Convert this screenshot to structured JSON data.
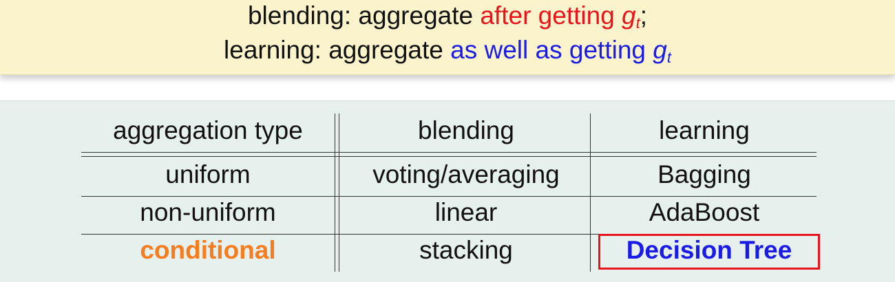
{
  "callout": {
    "line1": {
      "prefix": "blending: aggregate ",
      "emphasis": "after getting ",
      "symbol": "g",
      "subscript": "t",
      "suffix": ";"
    },
    "line2": {
      "prefix": "learning: aggregate ",
      "emphasis": "as well as getting ",
      "symbol": "g",
      "subscript": "t"
    }
  },
  "table": {
    "headers": [
      "aggregation type",
      "blending",
      "learning"
    ],
    "rows": [
      [
        "uniform",
        "voting/averaging",
        "Bagging"
      ],
      [
        "non-uniform",
        "linear",
        "AdaBoost"
      ],
      [
        "conditional",
        "stacking",
        "Decision Tree"
      ]
    ],
    "highlighted_cell": "Decision Tree"
  },
  "colors": {
    "callout_background": "#faf3cc",
    "panel_background": "#e6f0ec",
    "blending_red": "#e8141c",
    "learning_blue": "#1b1be6",
    "conditional_orange": "#f57c1f",
    "highlight_border": "#e8141c"
  }
}
